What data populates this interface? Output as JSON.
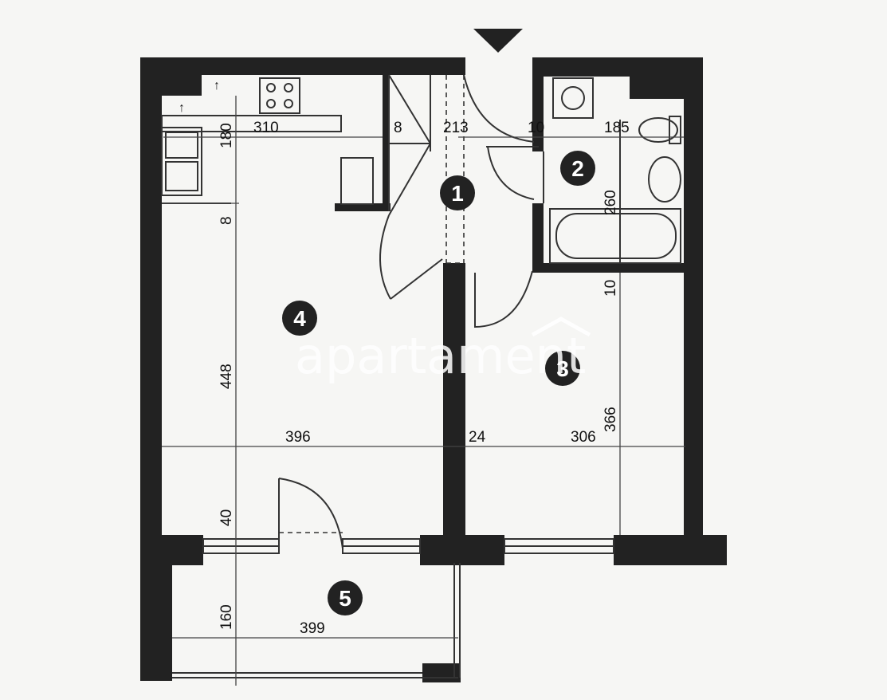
{
  "rooms": [
    {
      "number": "1"
    },
    {
      "number": "2"
    },
    {
      "number": "3"
    },
    {
      "number": "4"
    },
    {
      "number": "5"
    }
  ],
  "dimensions": {
    "kitchen_width": "310",
    "kitchen_depth": "180",
    "wall_8_top": "8",
    "hall_width": "213",
    "wall_10_top": "10",
    "bath_width": "185",
    "bath_depth": "260",
    "wall_8_left": "8",
    "wall_10_right": "10",
    "living_height": "448",
    "living_width": "396",
    "partition": "24",
    "bedroom_width": "306",
    "bedroom_height": "366",
    "wall_40": "40",
    "balcony_depth": "160",
    "balcony_width": "399"
  },
  "watermark": "apartament"
}
